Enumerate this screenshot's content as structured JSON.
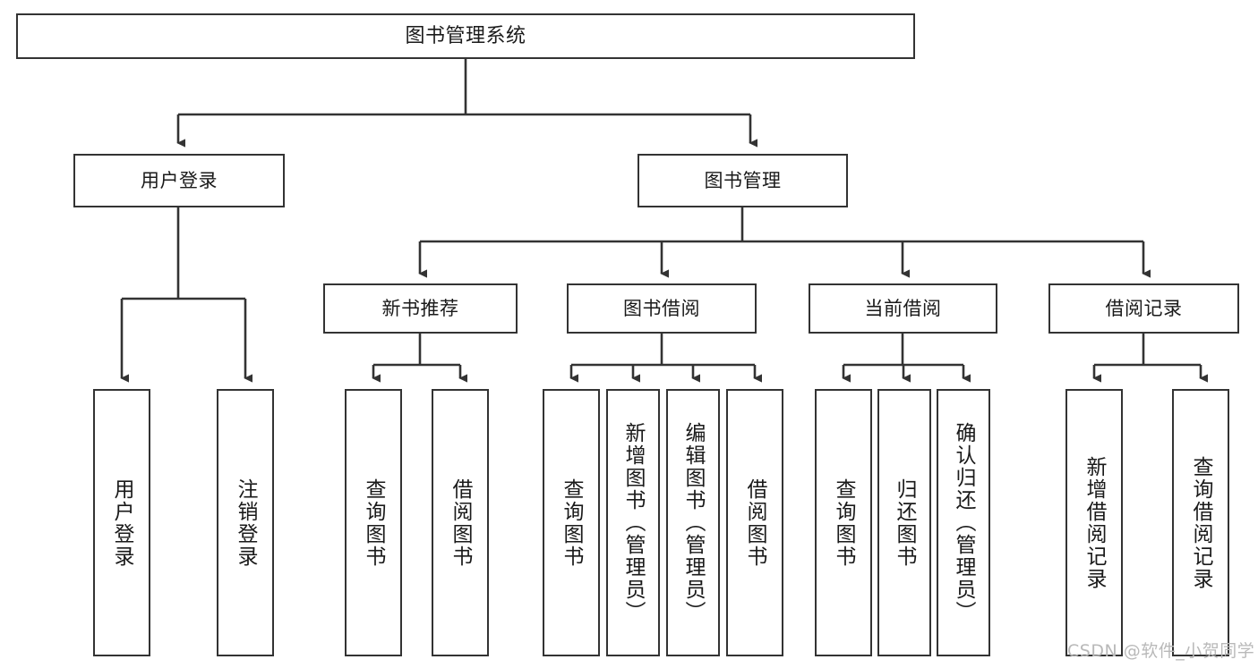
{
  "diagram": {
    "title": "图书管理系统",
    "type": "hierarchy-tree",
    "nodes": {
      "root": {
        "label": "图书管理系统",
        "level": 0
      },
      "l1": [
        {
          "id": "user_login",
          "label": "用户登录"
        },
        {
          "id": "book_manage",
          "label": "图书管理"
        }
      ],
      "l2": [
        {
          "id": "new_book_rec",
          "label": "新书推荐",
          "parent": "book_manage"
        },
        {
          "id": "book_borrow",
          "label": "图书借阅",
          "parent": "book_manage"
        },
        {
          "id": "current_borrow",
          "label": "当前借阅",
          "parent": "book_manage"
        },
        {
          "id": "borrow_record",
          "label": "借阅记录",
          "parent": "book_manage"
        }
      ],
      "leaves": [
        {
          "id": "leaf_user_login",
          "label": "用户登录",
          "parent": "user_login"
        },
        {
          "id": "leaf_user_logout",
          "label": "注销登录",
          "parent": "user_login"
        },
        {
          "id": "leaf_query_book_1",
          "label": "查询图书",
          "parent": "new_book_rec"
        },
        {
          "id": "leaf_borrow_book_1",
          "label": "借阅图书",
          "parent": "new_book_rec"
        },
        {
          "id": "leaf_query_book_2",
          "label": "查询图书",
          "parent": "book_borrow"
        },
        {
          "id": "leaf_add_book",
          "label": "新增图书（管理员）",
          "parent": "book_borrow"
        },
        {
          "id": "leaf_edit_book",
          "label": "编辑图书（管理员）",
          "parent": "book_borrow"
        },
        {
          "id": "leaf_borrow_book_2",
          "label": "借阅图书",
          "parent": "book_borrow"
        },
        {
          "id": "leaf_query_book_3",
          "label": "查询图书",
          "parent": "current_borrow"
        },
        {
          "id": "leaf_return_book",
          "label": "归还图书",
          "parent": "current_borrow"
        },
        {
          "id": "leaf_confirm_return",
          "label": "确认归还（管理员）",
          "parent": "current_borrow"
        },
        {
          "id": "leaf_add_record",
          "label": "新增借阅记录",
          "parent": "borrow_record"
        },
        {
          "id": "leaf_query_record",
          "label": "查询借阅记录",
          "parent": "borrow_record"
        }
      ]
    },
    "colors": {
      "stroke": "#333333",
      "fill": "#ffffff",
      "text": "#1a1a1a",
      "watermark": "#b9b9b9"
    }
  },
  "watermark": {
    "text": "CSDN @软件_小贺同学"
  }
}
